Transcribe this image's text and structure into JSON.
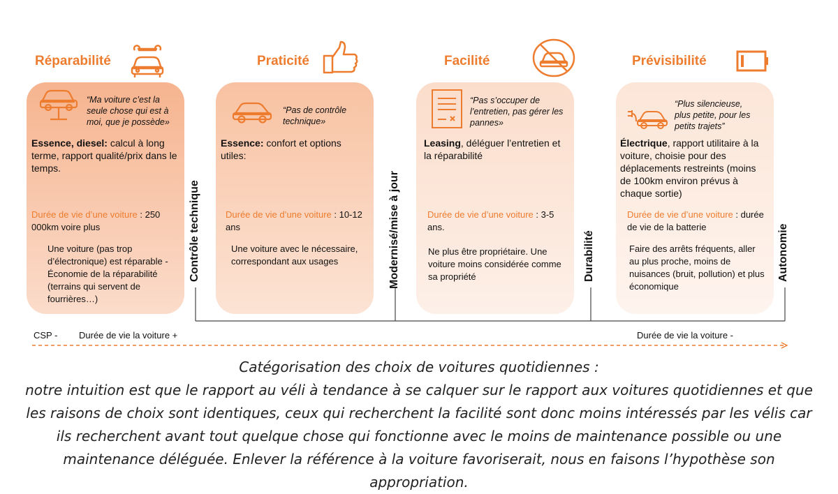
{
  "headings": [
    "Réparabilité",
    "Praticité",
    "Facilité",
    "Prévisibilité"
  ],
  "cards": [
    {
      "quote": "“Ma voiture c’est la seule chose qui est à moi, que je possède»",
      "desc_bold": "Essence, diesel:",
      "desc_rest": " calcul à long terme, rapport qualité/prix dans le temps.",
      "dur_label": "Durée de vie d’une voiture",
      "dur_value": " : 250 000km voire plus",
      "note": "Une voiture (pas trop d’électronique) est réparable - Économie de la réparabilité (terrains qui servent de fourrières…)"
    },
    {
      "quote": "“Pas de contrôle technique»",
      "desc_bold": "Essence:",
      "desc_rest": " confort et options utiles:",
      "dur_label": "Durée de vie d’une voiture",
      "dur_value": " : 10-12 ans",
      "note": "Une voiture avec le nécessaire, correspondant aux usages"
    },
    {
      "quote": "“Pas s’occuper de l’entretien, pas gérer les pannes»",
      "desc_bold": "Leasing",
      "desc_rest": ", déléguer l’entretien et la réparabilité",
      "dur_label": "Durée de vie d’une voiture",
      "dur_value": " : 3-5 ans.",
      "note": "Ne plus être propriétaire. Une voiture moins considérée comme sa propriété"
    },
    {
      "quote": "“Plus silencieuse, plus petite, pour les petits trajets”",
      "desc_bold": "Électrique",
      "desc_rest": ", rapport utilitaire à la voiture, choisie pour des déplacements restreints (moins de 100km environ prévus à chaque sortie)",
      "dur_label": "Durée de vie d’une voiture",
      "dur_value": " : durée de vie de la batterie",
      "note": "Faire des arrêts fréquents, aller au plus proche, moins de nuisances (bruit, pollution) et plus économique"
    }
  ],
  "dividers": [
    "Contrôle technique",
    "Modernisé/mise à jour",
    "Durabilité",
    "Autonomie"
  ],
  "scale": {
    "csp": "CSP -",
    "left": "Durée de vie la voiture +",
    "right": "Durée de vie la voiture -"
  },
  "caption": {
    "title": "Catégorisation des choix de voitures quotidiennes :",
    "body": "notre intuition est que le rapport au véli à tendance à se calquer sur le rapport aux voitures quotidiennes et que les raisons de choix sont identiques, ceux qui recherchent la facilité sont donc moins intéressés par les vélis car ils recherchent avant tout quelque chose qui fonctionne avec le moins de maintenance possible ou une maintenance déléguée. Enlever la référence à la voiture favoriserait, nous en faisons l’hypothèse son appropriation."
  },
  "colors": {
    "accent": "#EE7C2E"
  }
}
